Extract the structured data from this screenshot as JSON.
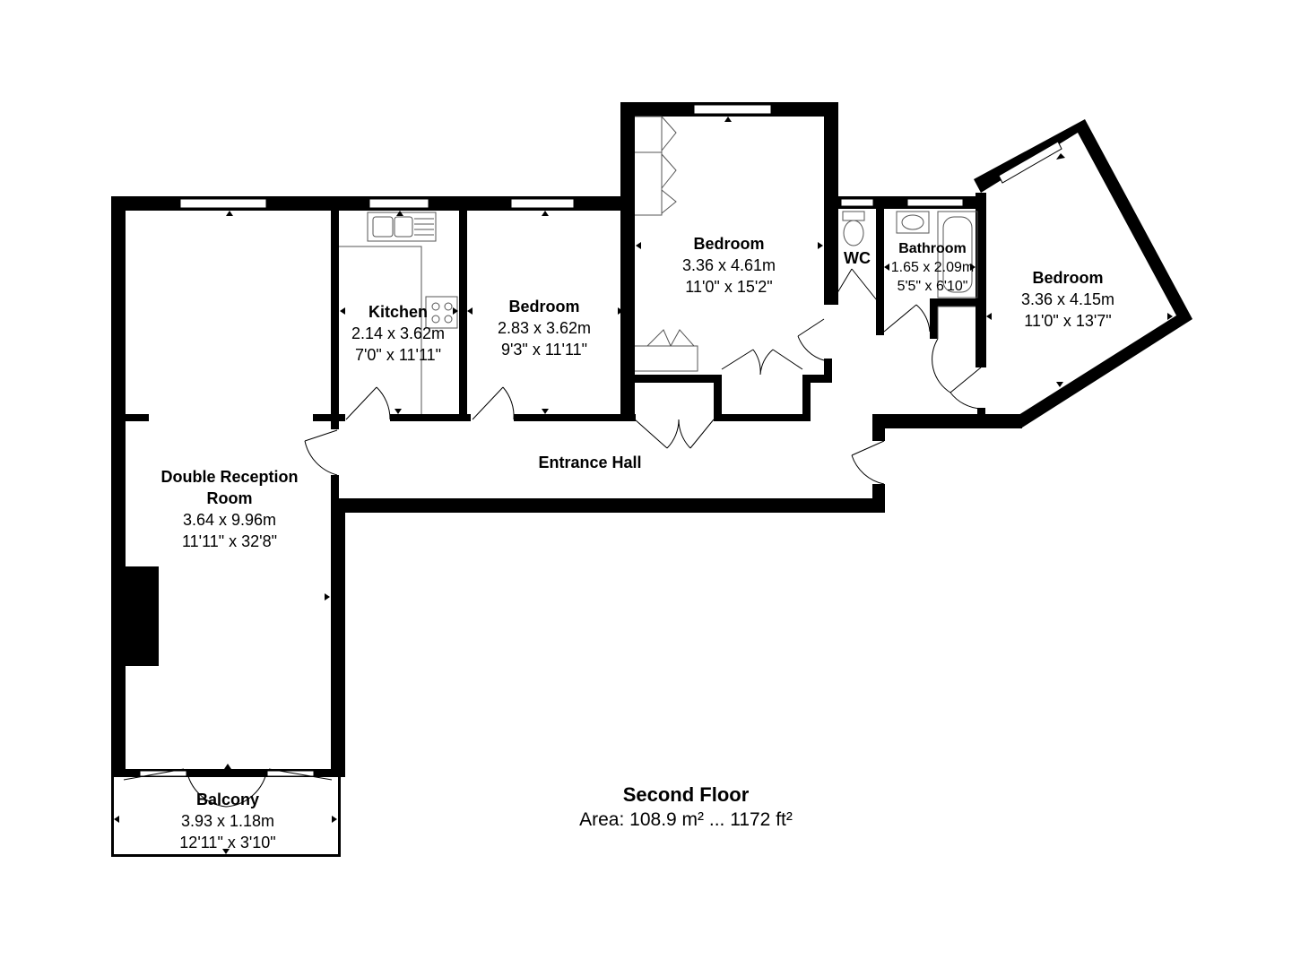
{
  "floor": {
    "title": "Second Floor",
    "area": "Area: 108.9 m² ... 1172 ft²"
  },
  "rooms": {
    "reception": {
      "name_line1": "Double Reception",
      "name_line2": "Room",
      "metric": "3.64 x 9.96m",
      "imperial": "11'11\" x 32'8\""
    },
    "balcony": {
      "name": "Balcony",
      "metric": "3.93 x 1.18m",
      "imperial": "12'11\" x 3'10\""
    },
    "kitchen": {
      "name": "Kitchen",
      "metric": "2.14 x 3.62m",
      "imperial": "7'0\" x 11'11\""
    },
    "bedroom_a": {
      "name": "Bedroom",
      "metric": "2.83 x 3.62m",
      "imperial": "9'3\" x 11'11\""
    },
    "bedroom_b": {
      "name": "Bedroom",
      "metric": "3.36 x 4.61m",
      "imperial": "11'0\" x 15'2\""
    },
    "wc": {
      "name": "WC"
    },
    "bathroom": {
      "name": "Bathroom",
      "metric": "1.65 x 2.09m",
      "imperial": "5'5\" x 6'10\""
    },
    "bedroom_c": {
      "name": "Bedroom",
      "metric": "3.36 x 4.15m",
      "imperial": "11'0\" x 13'7\""
    },
    "hall": {
      "name": "Entrance Hall"
    }
  },
  "colors": {
    "wall": "#000000",
    "fixture": "#555555",
    "background": "#ffffff"
  }
}
